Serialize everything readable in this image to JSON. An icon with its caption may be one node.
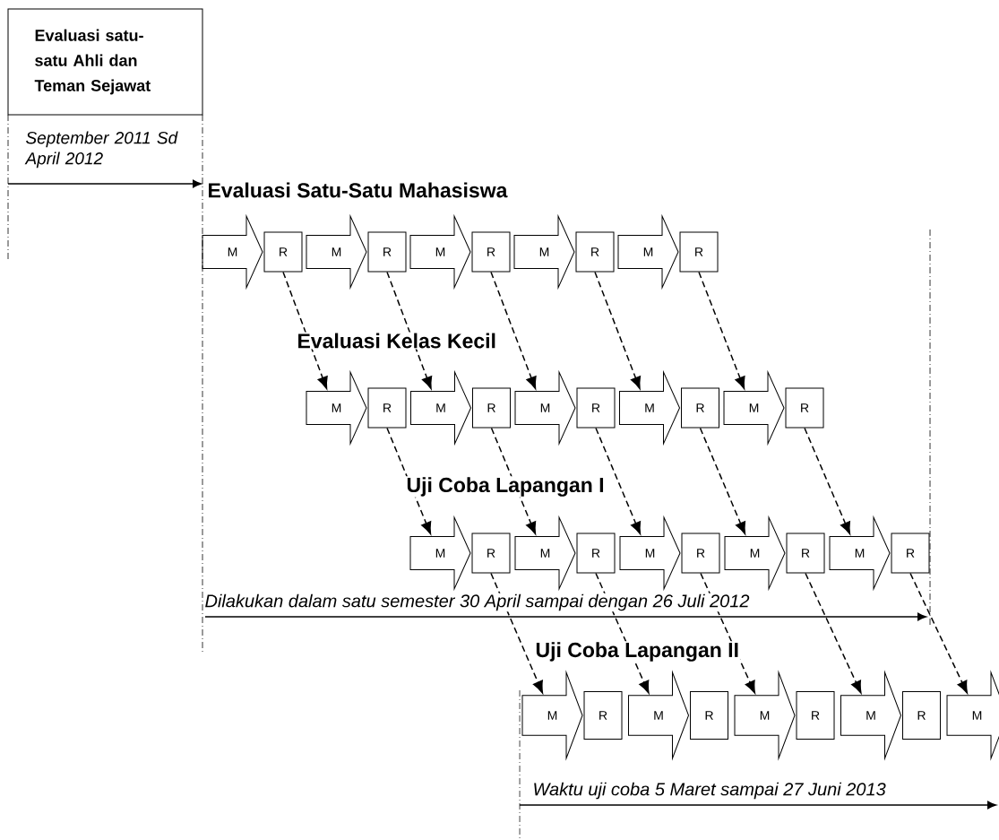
{
  "diagram": {
    "nodes": [
      {
        "text": [
          "Evaluasi satu-satu Ahli dan Teman Sejawat"
        ],
        "beside": [
          "September 2011 Sd April 2012"
        ]
      },
      {
        "text": [
          "M"
        ]
      },
      {
        "text": [
          "R"
        ]
      },
      {
        "text": [
          "M"
        ]
      },
      {
        "text": [
          "R"
        ]
      },
      {
        "text": [
          "M"
        ]
      },
      {
        "text": [
          "R"
        ]
      },
      {
        "text": [
          "M"
        ]
      },
      {
        "text": [
          "R"
        ]
      },
      {
        "text": [
          "M"
        ]
      },
      {
        "text": [
          "R"
        ]
      },
      {
        "text": [
          "M"
        ]
      },
      {
        "text": [
          "R"
        ]
      },
      {
        "text": [
          "M"
        ]
      },
      {
        "text": [
          "R"
        ]
      },
      {
        "text": [
          "M"
        ]
      },
      {
        "text": [
          "R"
        ]
      },
      {
        "text": [
          "M"
        ]
      },
      {
        "text": [
          "R"
        ]
      },
      {
        "text": [
          "M"
        ]
      },
      {
        "text": [
          "R"
        ]
      },
      {
        "text": [
          "M"
        ]
      },
      {
        "text": [
          "R"
        ]
      },
      {
        "text": [
          "M"
        ]
      },
      {
        "text": [
          "R"
        ]
      },
      {
        "text": [
          "M"
        ]
      },
      {
        "text": [
          "R"
        ]
      },
      {
        "text": [
          "M"
        ]
      },
      {
        "text": [
          "R"
        ]
      },
      {
        "text": [
          "M"
        ]
      },
      {
        "text": [
          "R"
        ]
      },
      {
        "text": [
          "M"
        ]
      },
      {
        "text": [
          "R"
        ]
      },
      {
        "text": [
          "M"
        ]
      },
      {
        "text": [
          "R"
        ]
      },
      {
        "text": [
          "M"
        ]
      },
      {
        "text": [
          "R"
        ]
      },
      {
        "text": [
          "M"
        ]
      },
      {
        "text": [
          "R"
        ]
      },
      {
        "text": [
          "M"
        ]
      }
    ],
    "edges": [
      {
        "from": 2,
        "to": 11,
        "arrow": "to",
        "style": "dashed"
      },
      {
        "from": 4,
        "to": 13,
        "arrow": "to",
        "style": "dashed"
      },
      {
        "from": 6,
        "to": 15,
        "arrow": "to",
        "style": "dashed"
      },
      {
        "from": 8,
        "to": 17,
        "arrow": "to",
        "style": "dashed"
      },
      {
        "from": 10,
        "to": 19,
        "arrow": "to",
        "style": "dashed"
      },
      {
        "from": 12,
        "to": 21,
        "arrow": "to",
        "style": "dashed"
      },
      {
        "from": 14,
        "to": 23,
        "arrow": "to",
        "style": "dashed"
      },
      {
        "from": 16,
        "to": 25,
        "arrow": "to",
        "style": "dashed"
      },
      {
        "from": 18,
        "to": 27,
        "arrow": "to",
        "style": "dashed"
      },
      {
        "from": 20,
        "to": 29,
        "arrow": "to",
        "style": "dashed"
      },
      {
        "from": 22,
        "to": 31,
        "arrow": "to",
        "style": "dashed"
      },
      {
        "from": 24,
        "to": 33,
        "arrow": "to",
        "style": "dashed"
      },
      {
        "from": 26,
        "to": 35,
        "arrow": "to",
        "style": "dashed"
      },
      {
        "from": 28,
        "to": 37,
        "arrow": "to",
        "style": "dashed"
      },
      {
        "from": 30,
        "to": 39,
        "arrow": "to",
        "style": "dashed"
      }
    ],
    "labels": [
      "Evaluasi Satu-Satu Mahasiswa",
      "Evaluasi Kelas Kecil",
      "Uji Coba Lapangan I",
      "Dilakukan dalam satu semester 30 April sampai dengan 26 Juli 2012",
      "Uji Coba Lapangan II",
      "Waktu uji coba 5 Maret sampai 27 Juni 2013"
    ]
  }
}
